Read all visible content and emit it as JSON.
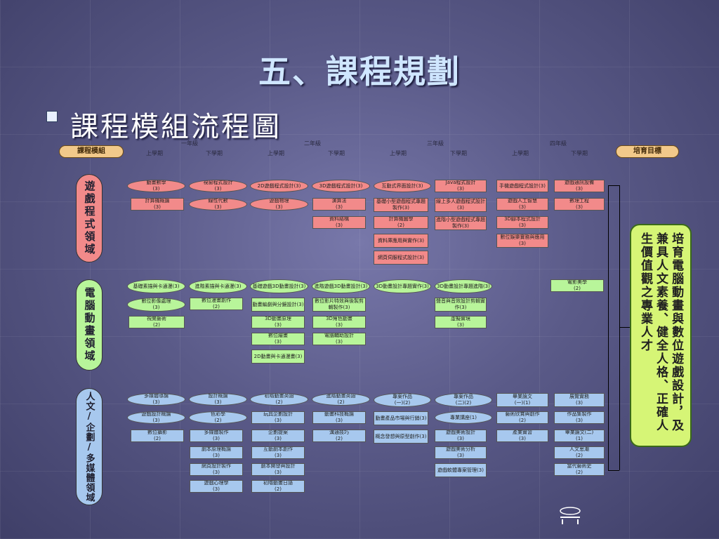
{
  "title": "五、課程規劃",
  "subtitle": "課程模組流程圖",
  "header": {
    "left": "課程模組",
    "right": "培育目標"
  },
  "years": [
    "一年級",
    "二年級",
    "三年級",
    "四年級"
  ],
  "semesters": [
    "上學期",
    "下學期",
    "上學期",
    "下學期",
    "上學期",
    "下學期",
    "上學期",
    "下學期"
  ],
  "domains": {
    "game": "遊戲程式領域",
    "anim": "電腦動畫領域",
    "human": "人文/企劃/多媒體領域"
  },
  "goal": "培育電腦動畫與數位遊戲設計，及兼具人文素養、健全人格、正確人生價值觀之專業人才",
  "colors": {
    "game": "#f28a8a",
    "anim": "#b8f59a",
    "human": "#a7c8ee",
    "goal": "#d6f576"
  },
  "nodes": {
    "g1": "動畫數學\n(3)",
    "g2": "視窗程式設計\n(3)",
    "g3": "2D遊戲程式設計(3)",
    "g4": "3D遊戲程式設計(3)",
    "g5": "互動式界面設計(3)",
    "g6": "Java程式設計\n(3)",
    "g7": "手機遊戲程式設計(3)",
    "g8": "遊戲通訊設備\n(3)",
    "g9": "計算機概論\n(3)",
    "g10": "線性代數\n(3)",
    "g11": "遊戲物理\n(3)",
    "g12": "演算法\n(3)",
    "g13": "基礎小型遊戲程式專題製作(3)",
    "g14": "線上多人遊戲程式設計(3)",
    "g15": "遊戲人工智慧\n(3)",
    "g16": "數理工程\n(3)",
    "g17": "資料結構\n(3)",
    "g18": "計算機圖學\n(2)",
    "g19": "進階小型遊戲程式專題製作(3)",
    "g20": "3D腳本程式設計\n(3)",
    "g21": "資料庫應用與實作(3)",
    "g22": "數位娛樂實務與應用(3)",
    "g23": "網頁伺服程式設計(3)",
    "a1": "基礎素描與卡通漫(3)",
    "a2": "進階素描與卡通漫(3)",
    "a3": "基礎遊戲3D動畫設計(3)",
    "a4": "進階遊戲3D動畫設計(3)",
    "a5": "3D動畫設計專題實作(3)",
    "a6": "3D動畫設計專題進階(3)",
    "a7": "電影美學\n(2)",
    "a8": "數位影像處理\n(3)",
    "a9": "數位漫畫創作\n(2)",
    "a10": "動畫編劇與分鏡設計(3)",
    "a11": "數位影片特效與後製剪輯製作(3)",
    "a12": "聲音與音效設計剪輯實作(3)",
    "a13": "視覺藝術\n(2)",
    "a14": "3D動畫原理\n(3)",
    "a15": "3D角色動畫\n(3)",
    "a16": "虛擬實境\n(3)",
    "a17": "數位繪畫\n(3)",
    "a18": "電腦輔助設計\n(3)",
    "a19": "2D動畫與卡通漫畫(3)",
    "h1": "多媒體導論\n(3)",
    "h2": "設計概論\n(3)",
    "h3": "初階動畫英語\n(2)",
    "h4": "進階動畫英語\n(2)",
    "h5": "專案作品\n(一)(2)",
    "h6": "專案作品\n(二)(2)",
    "h7": "畢業論文\n(一)(1)",
    "h8": "展覽實務\n(3)",
    "h9": "遊戲設計概論\n(3)",
    "h10": "色彩學\n(2)",
    "h11": "玩具企劃設計\n(3)",
    "h12": "動畫科技概論\n(3)",
    "h13": "動畫產品市場與行銷(3)",
    "h14": "專業講座(1)",
    "h15": "藝術欣賞與創作\n(2)",
    "h16": "作品集製作\n(3)",
    "h17": "數位攝影\n(2)",
    "h18": "多媒體製作\n(3)",
    "h19": "企劃提案\n(3)",
    "h20": "溝通技巧\n(2)",
    "h21": "概念發想與原型創作(3)",
    "h22": "遊戲美術設計\n(3)",
    "h23": "產業實習\n(3)",
    "h24": "畢業論文(二)\n(1)",
    "h25": "劇本原理概論\n(3)",
    "h26": "互動劇本創作\n(3)",
    "h27": "遊戲美術分析\n(3)",
    "h28": "人文思潮\n(2)",
    "h29": "網頁設計製作\n(3)",
    "h30": "劇本開發與設計\n(3)",
    "h31": "遊戲軟體專案管理(3)",
    "h32": "當代藝術史\n(2)",
    "h33": "遊戲心理學\n(3)",
    "h34": "初階動畫日語\n(2)"
  }
}
